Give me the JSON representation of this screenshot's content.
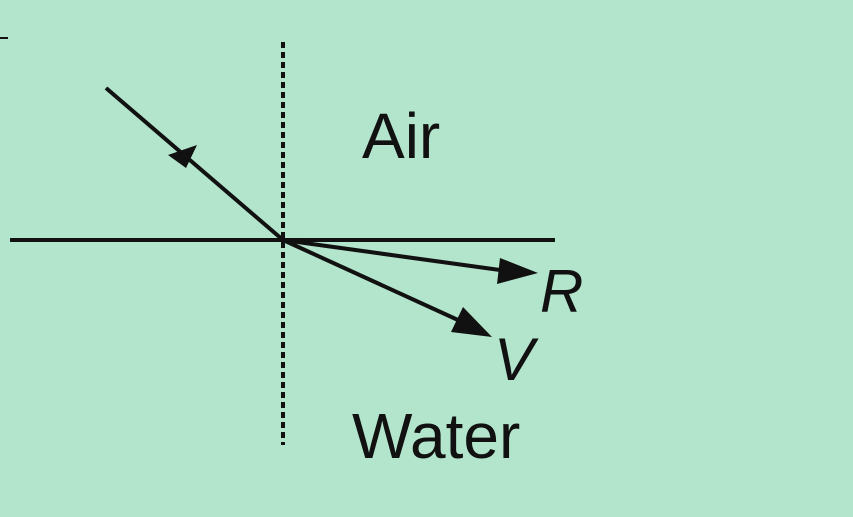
{
  "colors": {
    "background": "#b3e5cc",
    "ink": "#111111"
  },
  "labels": {
    "top_medium": "Air",
    "bottom_medium": "Water",
    "ray_red": "R",
    "ray_violet": "V"
  }
}
